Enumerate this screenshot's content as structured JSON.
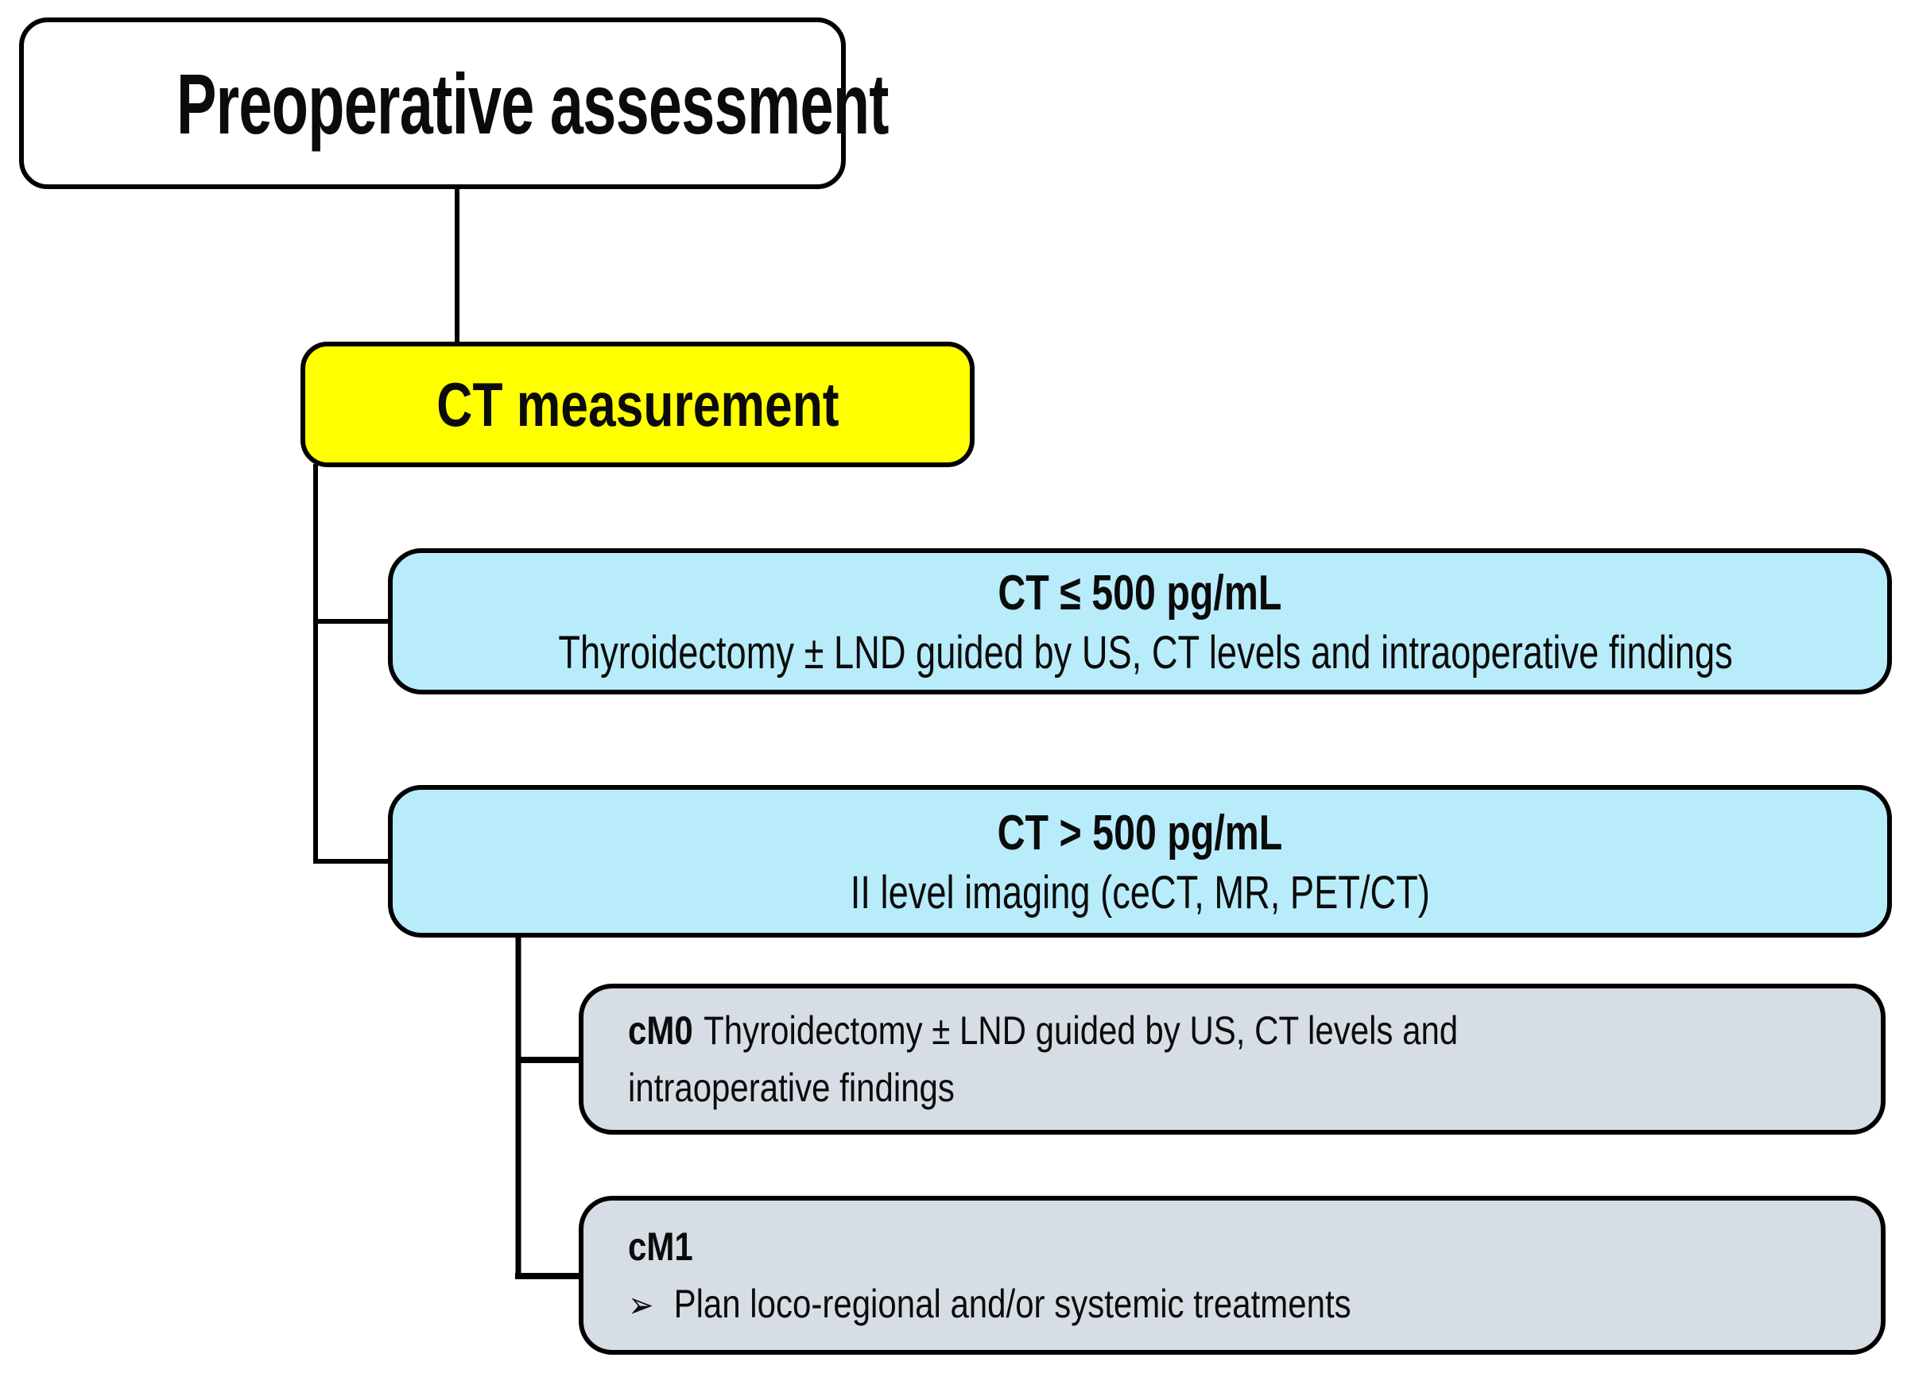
{
  "figure": {
    "type": "flowchart",
    "nodes": {
      "preop": {
        "label": "Preoperative assessment"
      },
      "ct_measurement": {
        "label": "CT measurement"
      },
      "ct_low": {
        "title": "CT ≤ 500 pg/mL",
        "body": "Thyroidectomy ± LND guided by US, CT levels and intraoperative findings"
      },
      "ct_high": {
        "title": "CT > 500 pg/mL",
        "body": "II level imaging (ceCT, MR, PET/CT)"
      },
      "cm0": {
        "label": "cM0",
        "line1": "Thyroidectomy ± LND guided by US, CT levels and",
        "line2": "intraoperative findings"
      },
      "cm1": {
        "label": "cM1",
        "bullet": "➢",
        "text": "Plan loco-regional and/or systemic treatments"
      }
    },
    "colors": {
      "background": "#FFFFFF",
      "outline": "#000000",
      "text": "#0B0B0B",
      "node_ct_measurement": "#FFFF00",
      "node_ct_level": "#B8ECFA",
      "node_cm": "#D6DDE4"
    }
  }
}
